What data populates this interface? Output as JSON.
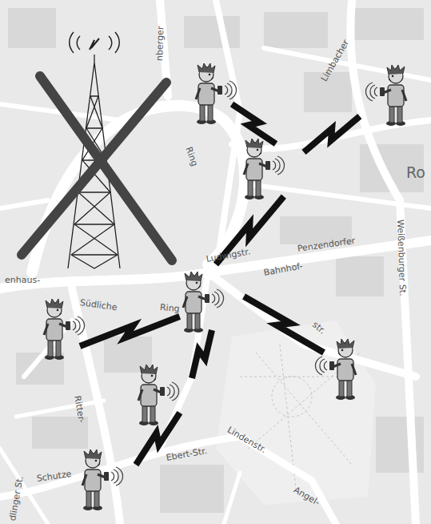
{
  "diagram": {
    "labels": [
      "nberger",
      "Limbacher",
      "Ring",
      "Südliche",
      "Ring",
      "Ludwigstr.",
      "Penzendorfer",
      "Bahnhof-",
      "Weißenburger St.",
      "Ebert-Str.",
      "Lindenstr.",
      "Angel-",
      "str.",
      "Ritter-",
      "Schutze",
      "dlinger St.",
      "Ro",
      "enhaus-"
    ]
  }
}
